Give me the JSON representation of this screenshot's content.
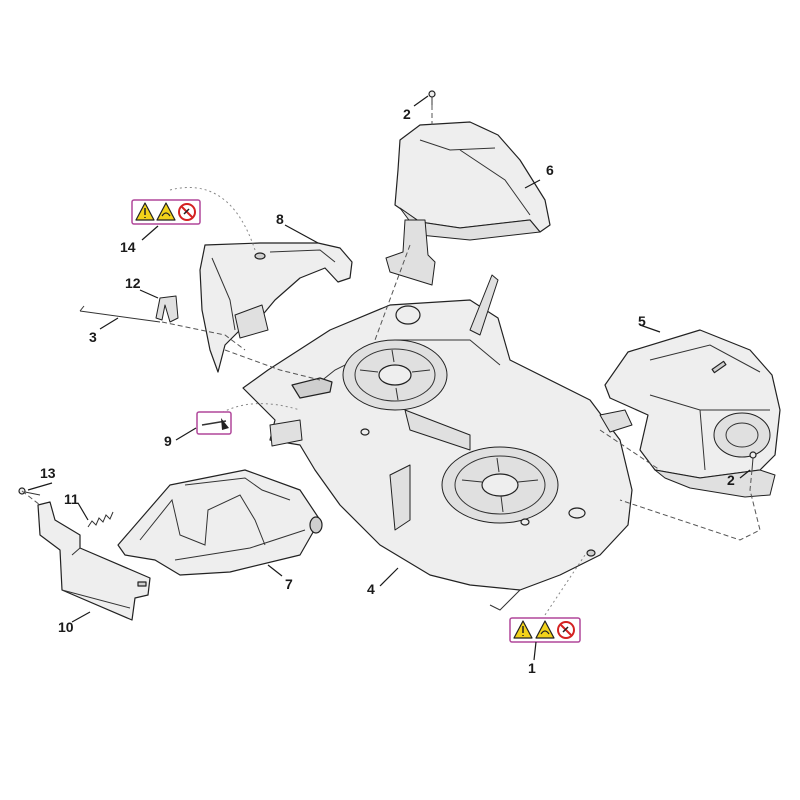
{
  "diagram": {
    "callouts": [
      {
        "id": "c1",
        "text": "1"
      },
      {
        "id": "c2a",
        "text": "2"
      },
      {
        "id": "c2b",
        "text": "2"
      },
      {
        "id": "c3",
        "text": "3"
      },
      {
        "id": "c4",
        "text": "4"
      },
      {
        "id": "c5",
        "text": "5"
      },
      {
        "id": "c6",
        "text": "6"
      },
      {
        "id": "c7",
        "text": "7"
      },
      {
        "id": "c8",
        "text": "8"
      },
      {
        "id": "c9",
        "text": "9"
      },
      {
        "id": "c10",
        "text": "10"
      },
      {
        "id": "c11",
        "text": "11"
      },
      {
        "id": "c12",
        "text": "12"
      },
      {
        "id": "c13",
        "text": "13"
      },
      {
        "id": "c14",
        "text": "14"
      }
    ],
    "decal_icons": [
      "warning-triangle-icon",
      "hand-blade-warning-icon",
      "no-hands-prohibition-icon"
    ],
    "colors": {
      "line": "#222222",
      "part_fill": "#eeeeee",
      "warning_yellow": "#f2d21a",
      "prohibition_red": "#d42222",
      "decal_border": "#b0479a"
    }
  }
}
